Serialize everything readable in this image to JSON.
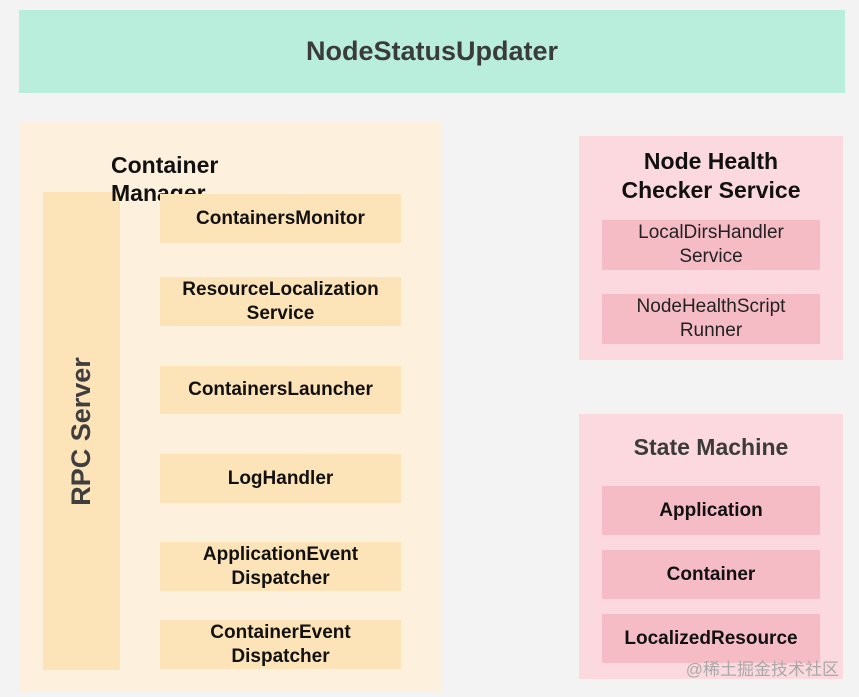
{
  "top": {
    "title": "NodeStatusUpdater"
  },
  "container_manager": {
    "title": "Container\nManager",
    "rpc_label": "RPC Server",
    "items": [
      "ContainersMonitor",
      "ResourceLocalization\nService",
      "ContainersLauncher",
      "LogHandler",
      "ApplicationEvent\nDispatcher",
      "ContainerEvent\nDispatcher"
    ]
  },
  "node_health": {
    "title": "Node Health\nChecker Service",
    "items": [
      "LocalDirsHandler\nService",
      "NodeHealthScript\nRunner"
    ]
  },
  "state_machine": {
    "title": "State Machine",
    "items": [
      "Application",
      "Container",
      "LocalizedResource"
    ]
  },
  "watermark": "@稀土掘金技术社区",
  "colors": {
    "top_bar": "#b8eedb",
    "container_manager_bg": "#fdf0dc",
    "container_manager_item": "#fde3b8",
    "pink_bg": "#fbd9de",
    "pink_item": "#f6bcc6"
  }
}
